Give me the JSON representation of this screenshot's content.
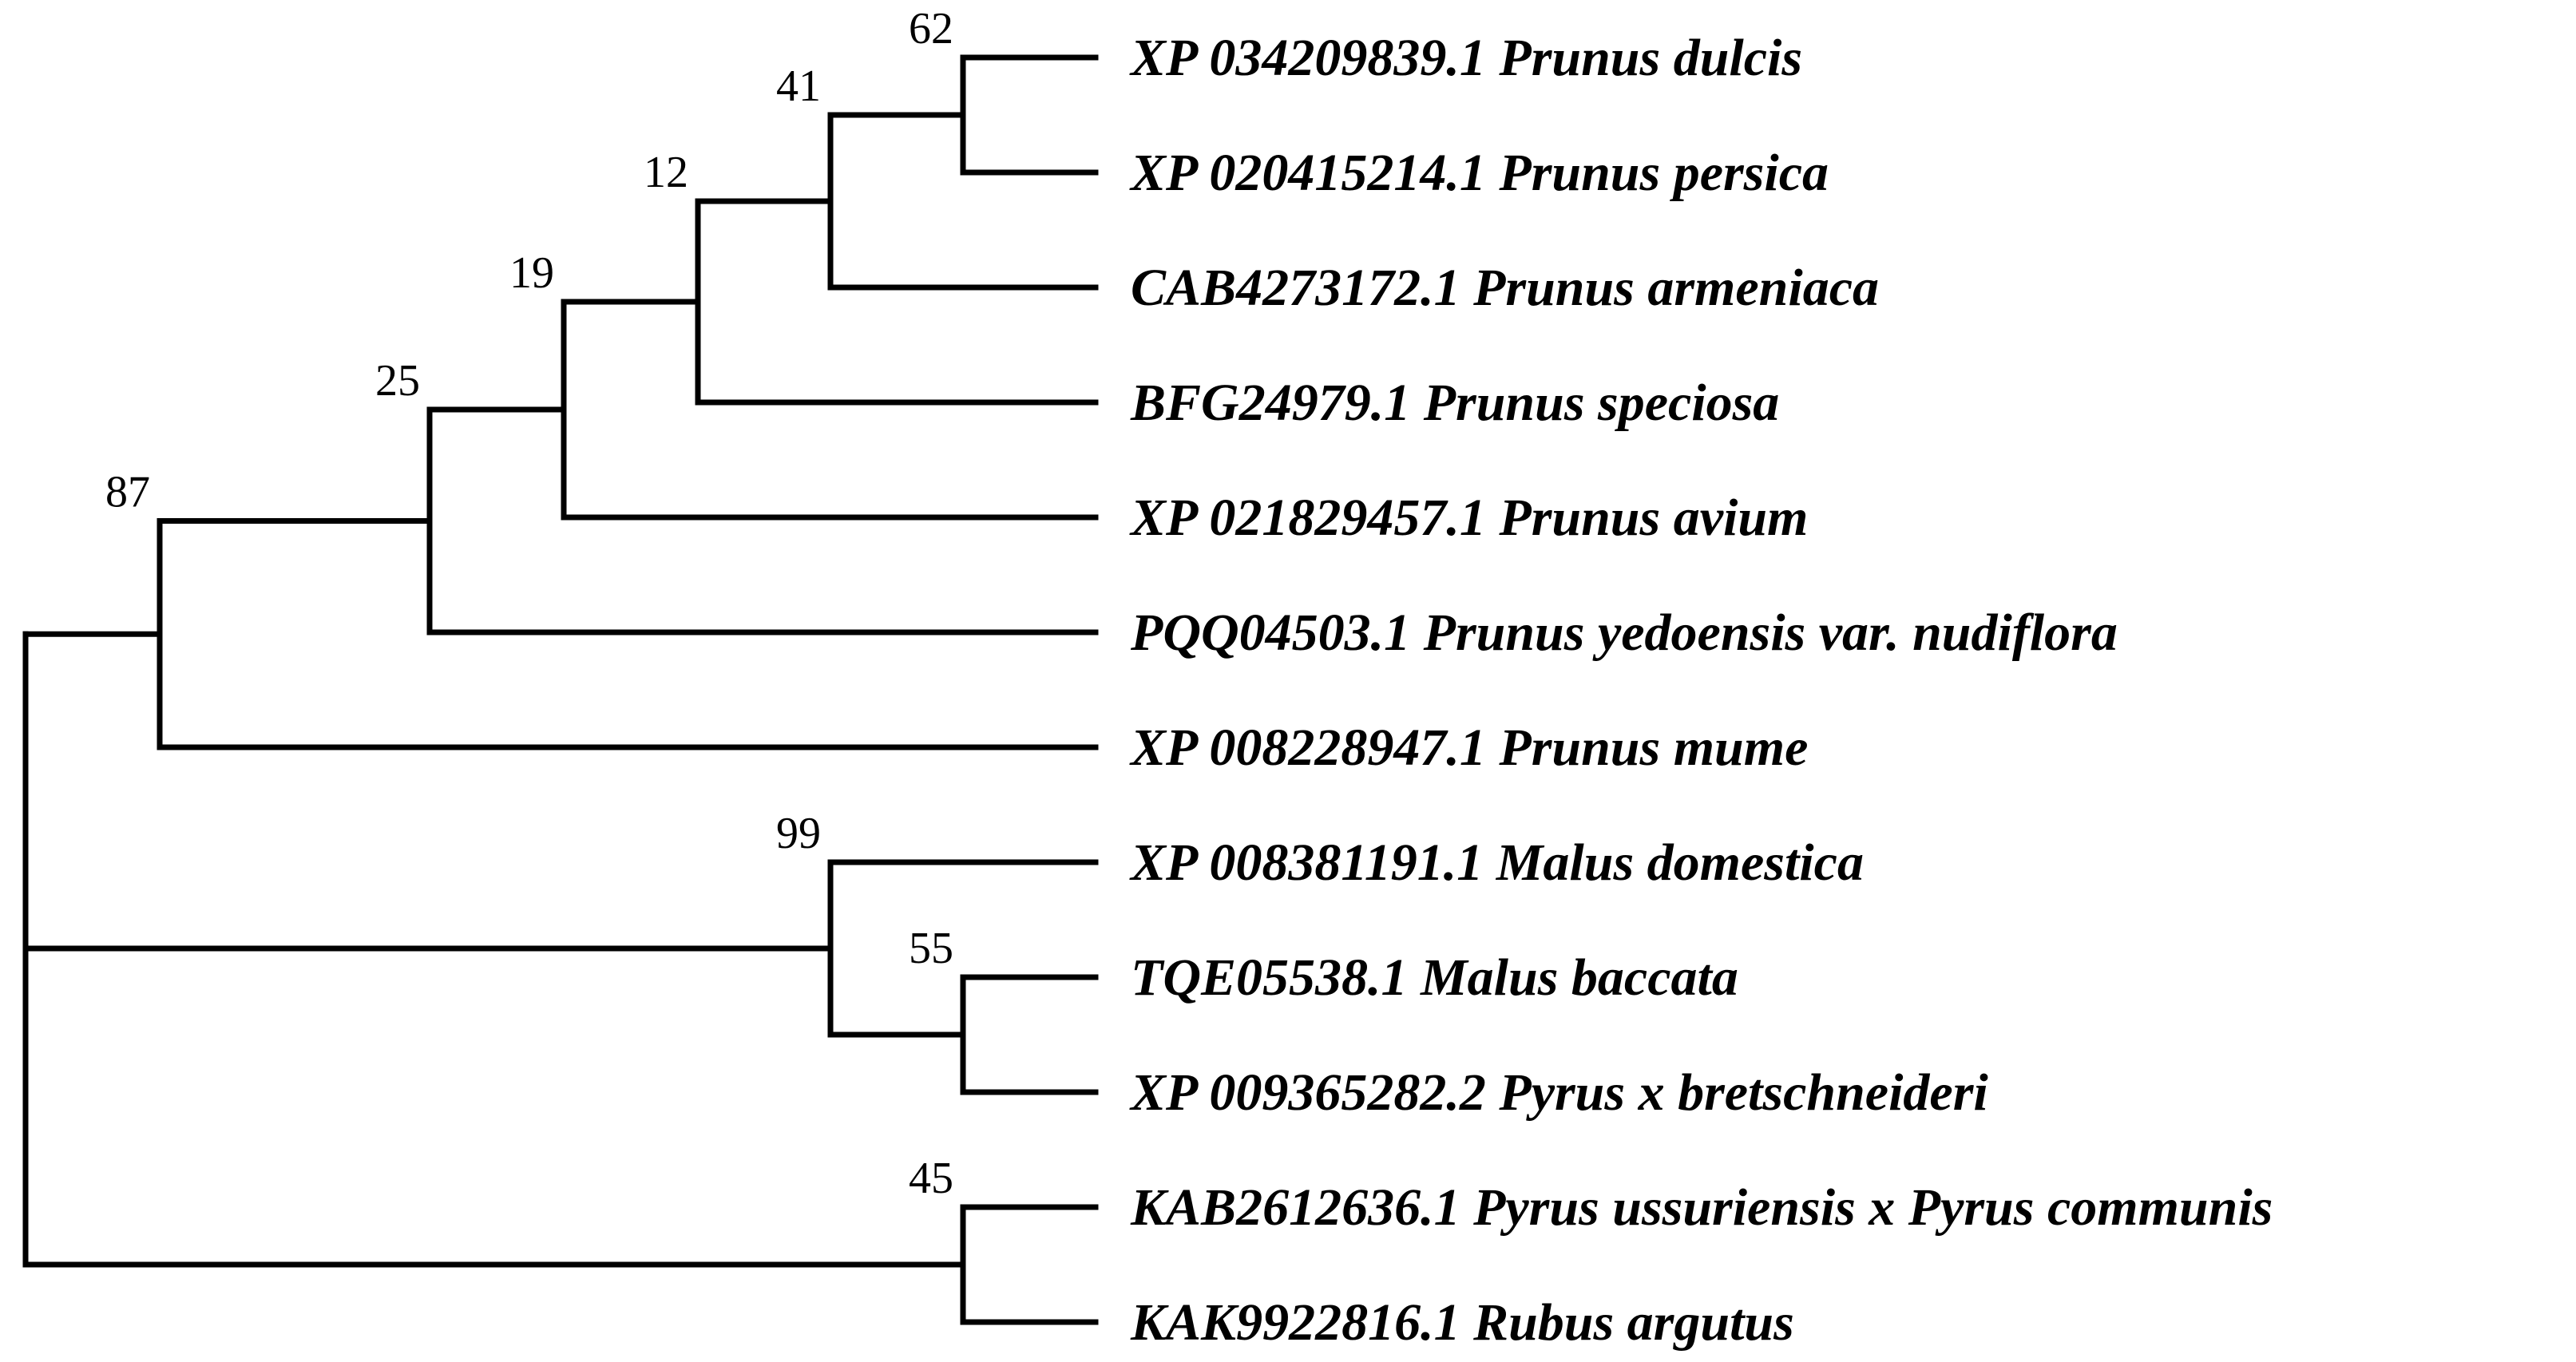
{
  "tree": {
    "id": "root",
    "children": [
      {
        "id": "n87",
        "support": "87",
        "children": [
          {
            "id": "n25",
            "support": "25",
            "children": [
              {
                "id": "n19",
                "support": "19",
                "children": [
                  {
                    "id": "n12",
                    "support": "12",
                    "children": [
                      {
                        "id": "n41",
                        "support": "41",
                        "children": [
                          {
                            "id": "n62",
                            "support": "62",
                            "children": [
                              {
                                "id": "leaf1",
                                "label": "XP 034209839.1 Prunus dulcis"
                              },
                              {
                                "id": "leaf2",
                                "label": "XP 020415214.1 Prunus persica"
                              }
                            ]
                          },
                          {
                            "id": "leaf3",
                            "label": "CAB4273172.1 Prunus armeniaca"
                          }
                        ]
                      },
                      {
                        "id": "leaf4",
                        "label": "BFG24979.1 Prunus speciosa"
                      }
                    ]
                  },
                  {
                    "id": "leaf5",
                    "label": "XP 021829457.1 Prunus avium"
                  }
                ]
              },
              {
                "id": "leaf6",
                "label": "PQQ04503.1 Prunus yedoensis var. nudiflora"
              }
            ]
          },
          {
            "id": "leaf7",
            "label": "XP 008228947.1 Prunus mume"
          }
        ]
      },
      {
        "id": "n99",
        "support": "99",
        "children": [
          {
            "id": "leaf8",
            "label": "XP 008381191.1 Malus domestica"
          },
          {
            "id": "n55",
            "support": "55",
            "children": [
              {
                "id": "leaf9",
                "label": "TQE05538.1 Malus baccata"
              },
              {
                "id": "leaf10",
                "label": "XP 009365282.2 Pyrus x bretschneideri"
              }
            ]
          }
        ]
      },
      {
        "id": "n45",
        "support": "45",
        "children": [
          {
            "id": "leaf11",
            "label": "KAB2612636.1 Pyrus ussuriensis x Pyrus communis"
          },
          {
            "id": "leaf12",
            "label": "KAK9922816.1 Rubus argutus"
          }
        ]
      }
    ]
  }
}
